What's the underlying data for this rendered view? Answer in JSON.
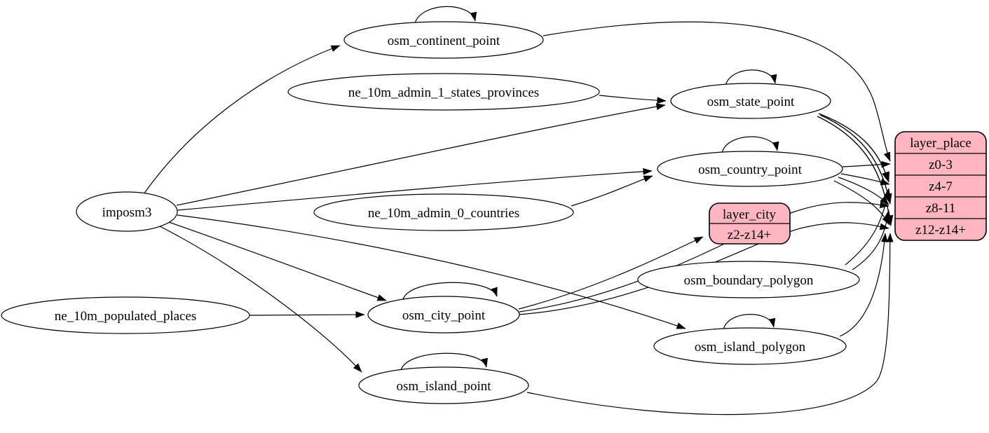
{
  "diagram": {
    "kind": "graphviz-directed-graph",
    "description": "ETL / mapping graph from imposm3 and Natural Earth tables into place layers",
    "background": "#ffffff",
    "colors": {
      "table_fill": "#ffffff",
      "layer_fill": "#ffb6c1",
      "stroke": "#000000",
      "edge": "#000000"
    }
  },
  "nodes": {
    "imposm3": {
      "label": "imposm3",
      "shape": "ellipse"
    },
    "ne_10m_admin_1_states_provinces": {
      "label": "ne_10m_admin_1_states_provinces",
      "shape": "ellipse"
    },
    "ne_10m_admin_0_countries": {
      "label": "ne_10m_admin_0_countries",
      "shape": "ellipse"
    },
    "ne_10m_populated_places": {
      "label": "ne_10m_populated_places",
      "shape": "ellipse"
    },
    "osm_continent_point": {
      "label": "osm_continent_point",
      "shape": "ellipse",
      "self_loop": true
    },
    "osm_state_point": {
      "label": "osm_state_point",
      "shape": "ellipse",
      "self_loop": true
    },
    "osm_country_point": {
      "label": "osm_country_point",
      "shape": "ellipse",
      "self_loop": true
    },
    "osm_city_point": {
      "label": "osm_city_point",
      "shape": "ellipse",
      "self_loop": true
    },
    "osm_island_point": {
      "label": "osm_island_point",
      "shape": "ellipse",
      "self_loop": true
    },
    "osm_boundary_polygon": {
      "label": "osm_boundary_polygon",
      "shape": "ellipse",
      "self_loop": false
    },
    "osm_island_polygon": {
      "label": "osm_island_polygon",
      "shape": "ellipse",
      "self_loop": true
    },
    "layer_city": {
      "label": "layer_city",
      "shape": "record",
      "rows": [
        "z2-z14+"
      ]
    },
    "layer_place": {
      "label": "layer_place",
      "shape": "record",
      "rows": [
        "z0-3",
        "z4-7",
        "z8-11",
        "z12-z14+"
      ]
    }
  },
  "edges": [
    {
      "from": "imposm3",
      "to": "osm_continent_point"
    },
    {
      "from": "imposm3",
      "to": "osm_state_point"
    },
    {
      "from": "imposm3",
      "to": "osm_country_point"
    },
    {
      "from": "imposm3",
      "to": "osm_city_point"
    },
    {
      "from": "imposm3",
      "to": "osm_island_point"
    },
    {
      "from": "imposm3",
      "to": "osm_island_polygon"
    },
    {
      "from": "ne_10m_admin_1_states_provinces",
      "to": "osm_state_point"
    },
    {
      "from": "ne_10m_admin_0_countries",
      "to": "osm_country_point"
    },
    {
      "from": "ne_10m_populated_places",
      "to": "osm_city_point"
    },
    {
      "from": "osm_continent_point",
      "to": "osm_continent_point"
    },
    {
      "from": "osm_state_point",
      "to": "osm_state_point"
    },
    {
      "from": "osm_country_point",
      "to": "osm_country_point"
    },
    {
      "from": "osm_city_point",
      "to": "osm_city_point"
    },
    {
      "from": "osm_island_point",
      "to": "osm_island_point"
    },
    {
      "from": "osm_island_polygon",
      "to": "osm_island_polygon"
    },
    {
      "from": "osm_continent_point",
      "to": "layer_place",
      "port": "z0-3"
    },
    {
      "from": "osm_state_point",
      "to": "layer_place",
      "port": "z4-7"
    },
    {
      "from": "osm_state_point",
      "to": "layer_place",
      "port": "z8-11"
    },
    {
      "from": "osm_state_point",
      "to": "layer_place",
      "port": "z12-z14+"
    },
    {
      "from": "osm_country_point",
      "to": "layer_place",
      "port": "z0-3"
    },
    {
      "from": "osm_country_point",
      "to": "layer_place",
      "port": "z4-7"
    },
    {
      "from": "osm_country_point",
      "to": "layer_place",
      "port": "z8-11"
    },
    {
      "from": "osm_country_point",
      "to": "layer_place",
      "port": "z12-z14+"
    },
    {
      "from": "osm_city_point",
      "to": "layer_city",
      "port": "z2-z14+"
    },
    {
      "from": "osm_city_point",
      "to": "layer_place",
      "port": "z8-11"
    },
    {
      "from": "osm_city_point",
      "to": "layer_place",
      "port": "z12-z14+"
    },
    {
      "from": "osm_boundary_polygon",
      "to": "layer_place",
      "port": "z4-7"
    },
    {
      "from": "osm_boundary_polygon",
      "to": "layer_place",
      "port": "z8-11"
    },
    {
      "from": "osm_island_point",
      "to": "layer_place",
      "port": "z12-z14+"
    },
    {
      "from": "osm_island_polygon",
      "to": "layer_place",
      "port": "z12-z14+"
    }
  ]
}
